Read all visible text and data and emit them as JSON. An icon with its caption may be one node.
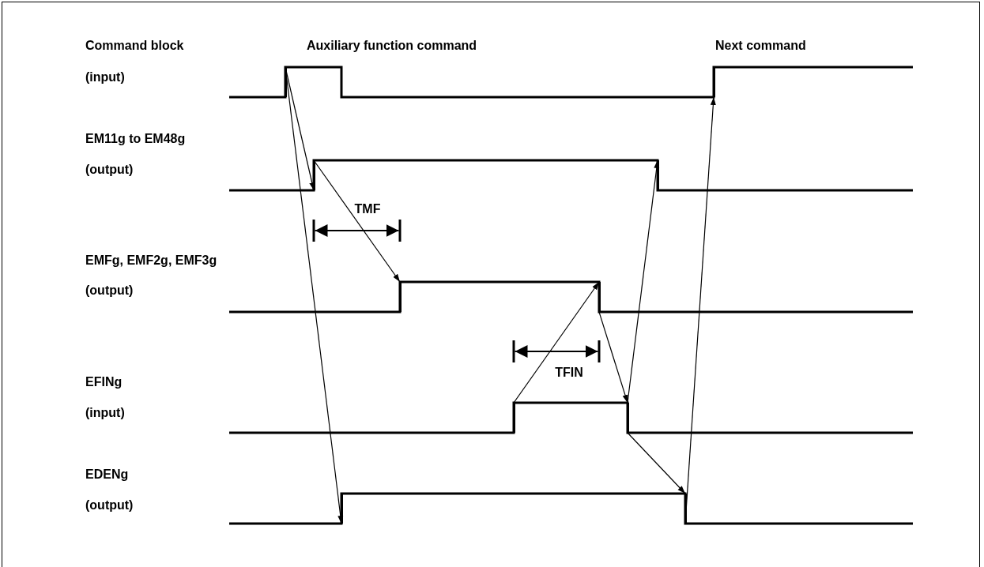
{
  "diagram": {
    "nodes": [
      {
        "text": [],
        "shape": "bar"
      },
      {
        "text": [],
        "shape": "bar"
      },
      {
        "text": [],
        "shape": "bar"
      },
      {
        "text": [],
        "shape": "bar"
      },
      {
        "text": [],
        "shape": "bar"
      },
      {
        "text": [],
        "shape": "bar"
      },
      {
        "text": [],
        "shape": "bar"
      },
      {
        "text": [],
        "shape": "bar"
      },
      {
        "text": [],
        "shape": "bar"
      },
      {
        "text": [],
        "shape": "bar"
      }
    ],
    "edges": [
      {
        "from": 0,
        "to": 1,
        "arrow": "to"
      },
      {
        "from": 0,
        "to": 2,
        "arrow": "to"
      },
      {
        "from": 1,
        "to": 3,
        "arrow": "to"
      },
      {
        "from": 4,
        "to": 5,
        "arrow": "to"
      },
      {
        "from": 5,
        "to": 6,
        "arrow": "to"
      },
      {
        "from": 6,
        "to": 7,
        "arrow": "to"
      },
      {
        "from": 6,
        "to": 8,
        "arrow": "to"
      },
      {
        "from": 8,
        "to": 9,
        "arrow": "to"
      }
    ],
    "labels": [
      "Command block",
      "Auxiliary function command",
      "Next command",
      "(input)",
      "EM11g to EM48g",
      "(output)",
      "TMF",
      "EMFg, EMF2g, EMF3g",
      "(output)",
      "TFIN",
      "EFINg",
      "(input)",
      "EDENg",
      "(output)"
    ]
  }
}
